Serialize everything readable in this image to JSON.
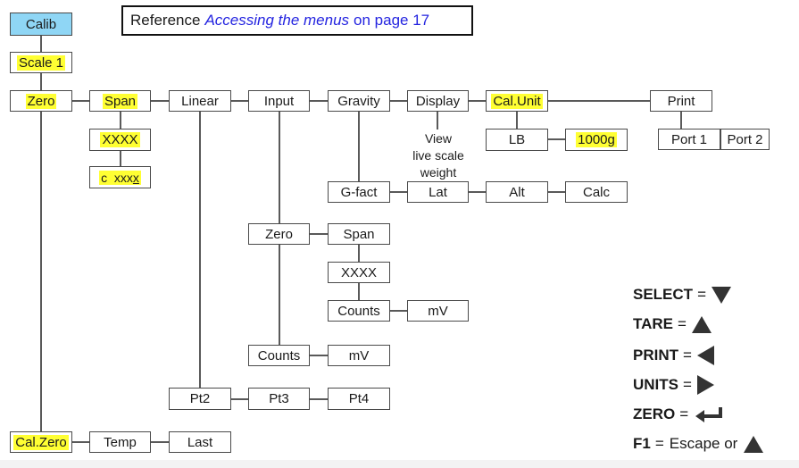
{
  "reference": {
    "prefix": "Reference",
    "link_text": "Accessing the menus",
    "suffix": "on page 17"
  },
  "colors": {
    "root_fill": "#8fd6f5",
    "highlight": "#ffff33",
    "link": "#2424e0"
  },
  "nodes": {
    "calib": "Calib",
    "scale1": "Scale 1",
    "zero": "Zero",
    "span": "Span",
    "span_xxxx": "XXXX",
    "span_cxxxx_prefix": "c  xxx",
    "span_cxxxx_last": "x",
    "linear": "Linear",
    "input": "Input",
    "gravity": "Gravity",
    "display": "Display",
    "calunit": "Cal.Unit",
    "print": "Print",
    "lb": "LB",
    "g1000": "1000g",
    "port1": "Port 1",
    "port2": "Port 2",
    "gfact": "G-fact",
    "lat": "Lat",
    "alt": "Alt",
    "calc": "Calc",
    "input_zero": "Zero",
    "input_span": "Span",
    "input_xxxx": "XXXX",
    "input_span_counts": "Counts",
    "input_span_mv": "mV",
    "input_counts": "Counts",
    "input_mv": "mV",
    "pt2": "Pt2",
    "pt3": "Pt3",
    "pt4": "Pt4",
    "calzero": "Cal.Zero",
    "temp": "Temp",
    "last": "Last"
  },
  "display_note": [
    "View",
    "live scale",
    "weight"
  ],
  "legend": [
    {
      "key": "SELECT",
      "value": "",
      "icon": "down-triangle-icon"
    },
    {
      "key": "TARE",
      "value": "",
      "icon": "up-triangle-icon"
    },
    {
      "key": "PRINT",
      "value": "",
      "icon": "left-triangle-icon"
    },
    {
      "key": "UNITS",
      "value": "",
      "icon": "right-triangle-icon"
    },
    {
      "key": "ZERO",
      "value": "",
      "icon": "enter-arrow-icon"
    },
    {
      "key": "F1",
      "value": "Escape or",
      "icon": "up-triangle-icon"
    }
  ],
  "equals": "="
}
